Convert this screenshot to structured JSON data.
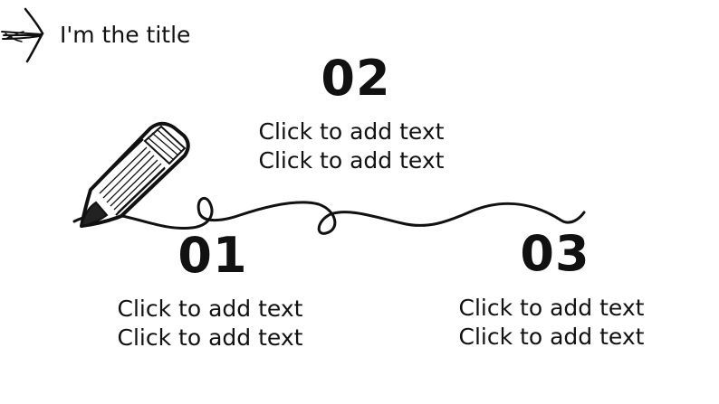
{
  "slide": {
    "title": "I'm the title",
    "steps": [
      {
        "number": "01",
        "lines": [
          "Click to add text",
          "Click to add text"
        ]
      },
      {
        "number": "02",
        "lines": [
          "Click to add text",
          "Click to add text"
        ]
      },
      {
        "number": "03",
        "lines": [
          "Click to add text",
          "Click to add text"
        ]
      }
    ]
  },
  "icons": {
    "title_icon": "arrow-sketch-icon",
    "pencil": "pencil-icon",
    "line": "wavy-line"
  },
  "colors": {
    "ink": "#111111",
    "background": "#ffffff"
  }
}
